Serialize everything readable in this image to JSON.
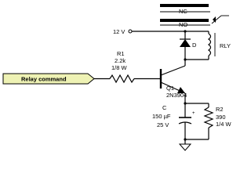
{
  "switch": {
    "nc_label": "NC",
    "no_label": "NO"
  },
  "supply": {
    "label": "12 V"
  },
  "relay": {
    "label": "RLY"
  },
  "diode": {
    "label": "D"
  },
  "resistor_r1": {
    "ref": "R1",
    "value": "2.2k",
    "power": "1/8 W"
  },
  "input": {
    "label": "Relay command"
  },
  "transistor": {
    "ref": "Q1",
    "part": "2N3904"
  },
  "capacitor": {
    "ref": "C",
    "value": "150 µF",
    "voltage": "25 V",
    "polarity": "+"
  },
  "resistor_r2": {
    "ref": "R2",
    "value": "390",
    "power": "1/4 W"
  },
  "colors": {
    "input_tag_fill": "#eef2b4",
    "background": "#ffffff",
    "ink": "#000000"
  }
}
